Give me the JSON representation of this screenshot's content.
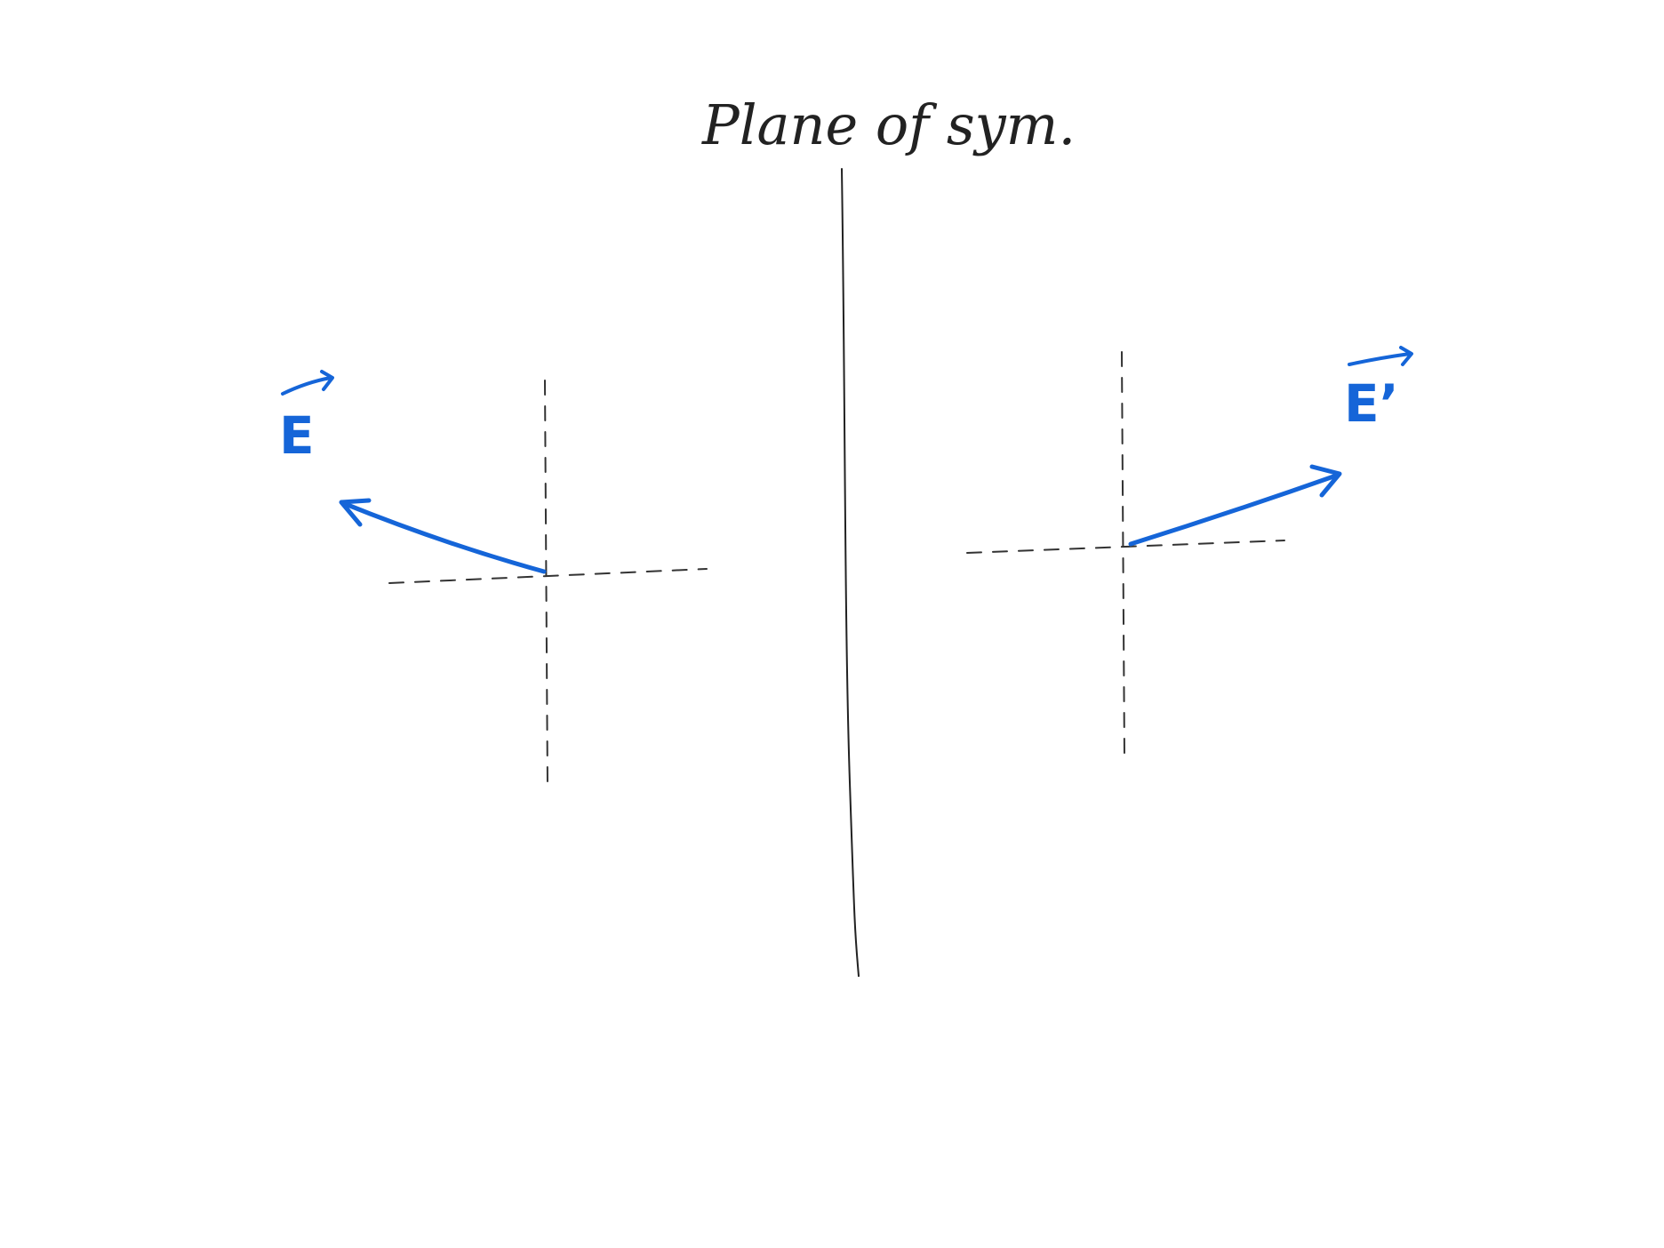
{
  "diagram": {
    "title": "Plane of sym.",
    "left_vector": {
      "label": "E"
    },
    "right_vector": {
      "label": "E’"
    }
  },
  "colors": {
    "pencil": "#222222",
    "vector": "#1565d8",
    "background": "#ffffff"
  }
}
